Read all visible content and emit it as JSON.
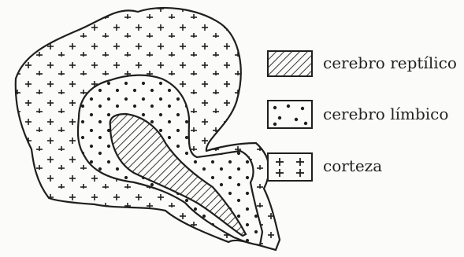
{
  "legend": {
    "reptilian": "cerebro reptílico",
    "limbic": "cerebro límbico",
    "cortex": "corteza"
  },
  "colors": {
    "ink": "#1f1f1f",
    "background": "#fbfbfa"
  },
  "patterns": {
    "reptilian": "diagonal-hatch",
    "limbic": "dots",
    "cortex": "plus-signs"
  }
}
